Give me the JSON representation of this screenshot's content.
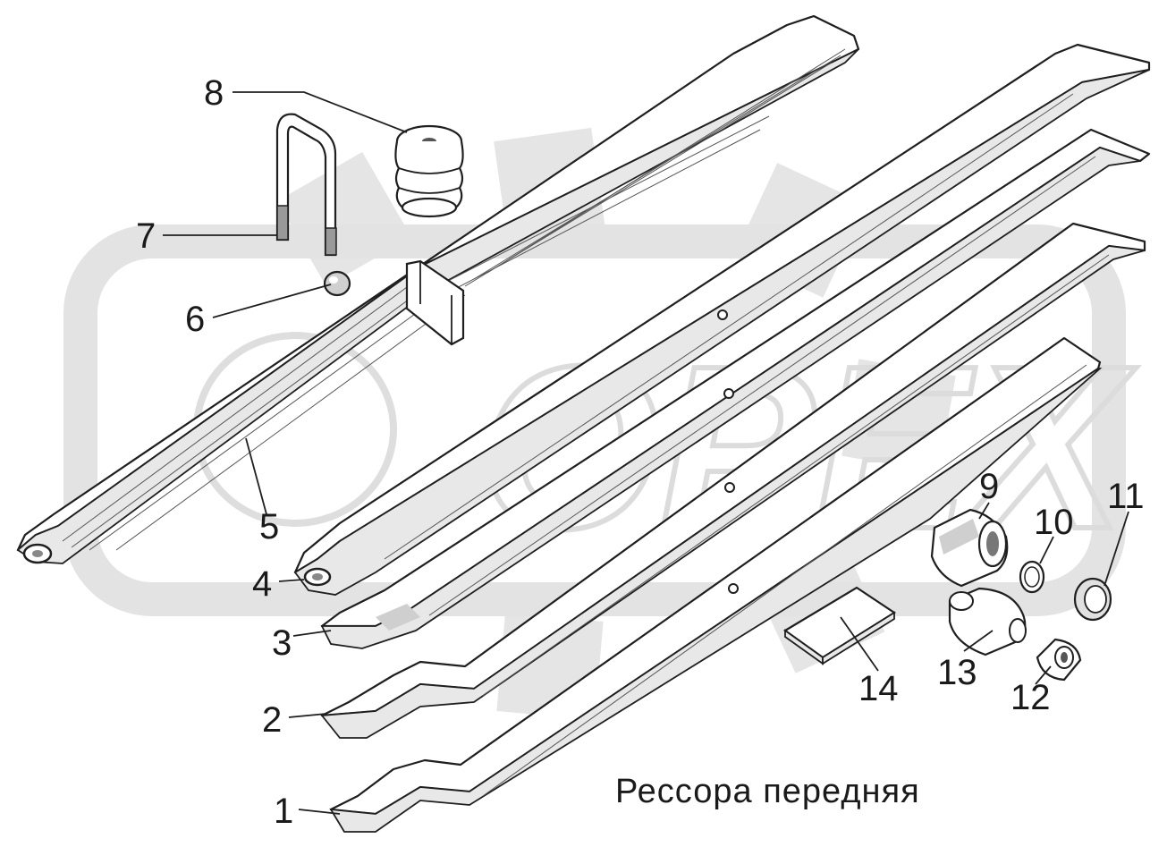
{
  "caption": "Рессора передняя",
  "watermark_text": "OPEX",
  "callouts": [
    {
      "id": "1",
      "label": "1"
    },
    {
      "id": "2",
      "label": "2"
    },
    {
      "id": "3",
      "label": "3"
    },
    {
      "id": "4",
      "label": "4"
    },
    {
      "id": "5",
      "label": "5"
    },
    {
      "id": "6",
      "label": "6"
    },
    {
      "id": "7",
      "label": "7"
    },
    {
      "id": "8",
      "label": "8"
    },
    {
      "id": "9",
      "label": "9"
    },
    {
      "id": "10",
      "label": "10"
    },
    {
      "id": "11",
      "label": "11"
    },
    {
      "id": "12",
      "label": "12"
    },
    {
      "id": "13",
      "label": "13"
    },
    {
      "id": "14",
      "label": "14"
    }
  ],
  "colors": {
    "line": "#1f1f1f",
    "watermark": "#d9d9d9",
    "background": "#ffffff"
  }
}
